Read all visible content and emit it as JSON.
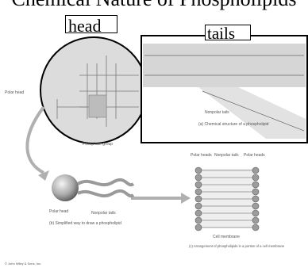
{
  "title": "Chemical Nature of Phospholipids",
  "labels": {
    "head": "head",
    "tails": "tails"
  },
  "figure_labels": {
    "polar_head_a": "Polar head",
    "nonpolar_tails_a": "Nonpolar tails",
    "phosphate_group": "Phosphate group",
    "caption_a": "(a) Chemical structure of a phospholipid",
    "polar_head_b": "Polar head",
    "nonpolar_tails_b": "Nonpolar tails",
    "caption_b": "(b) Simplified way to draw a phospholipid",
    "polar_heads_c1": "Polar heads",
    "nonpolar_tails_c": "Nonpolar tails",
    "polar_heads_c2": "Polar heads",
    "cell_membrane": "Cell membrane",
    "caption_c": "(c) Arrangement of phospholipids in a portion of a cell membrane",
    "copyright": "© John Wiley & Sons, Inc."
  }
}
